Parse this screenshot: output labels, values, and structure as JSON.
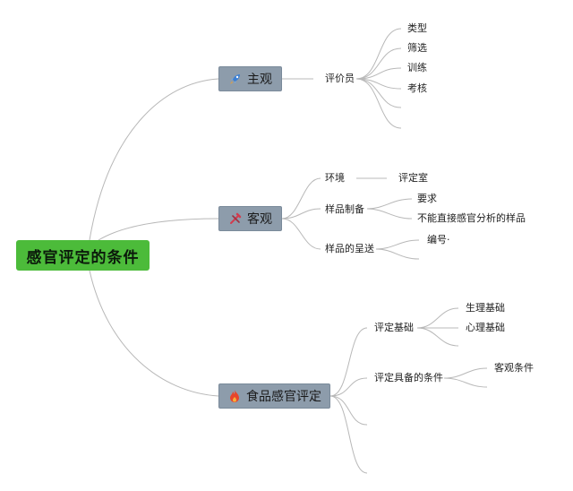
{
  "root": {
    "label": "感官评定的条件"
  },
  "topics": [
    {
      "label": "主观",
      "icon": "rocket-icon",
      "children": [
        {
          "label": "评价员",
          "children": [
            "类型",
            "筛选",
            "训练",
            "考核"
          ]
        }
      ]
    },
    {
      "label": "客观",
      "icon": "tools-icon",
      "children": [
        {
          "label": "环境",
          "children": [
            "评定室"
          ]
        },
        {
          "label": "样品制备",
          "children": [
            "要求",
            "不能直接感官分析的样品"
          ]
        },
        {
          "label": "样品的呈送",
          "children": [
            "编号·"
          ]
        }
      ]
    },
    {
      "label": "食品感官评定",
      "icon": "fire-icon",
      "children": [
        {
          "label": "评定基础",
          "children": [
            "生理基础",
            "心理基础"
          ]
        },
        {
          "label": "评定具备的条件",
          "children": [
            "客观条件"
          ]
        }
      ]
    }
  ],
  "colors": {
    "root_bg": "#4cbb3a",
    "topic_bg": "#8d9cab",
    "line": "#b8b8b8",
    "rocket": "#3b7fd4",
    "tools": "#d23c4f",
    "fire": "#e8452b"
  }
}
